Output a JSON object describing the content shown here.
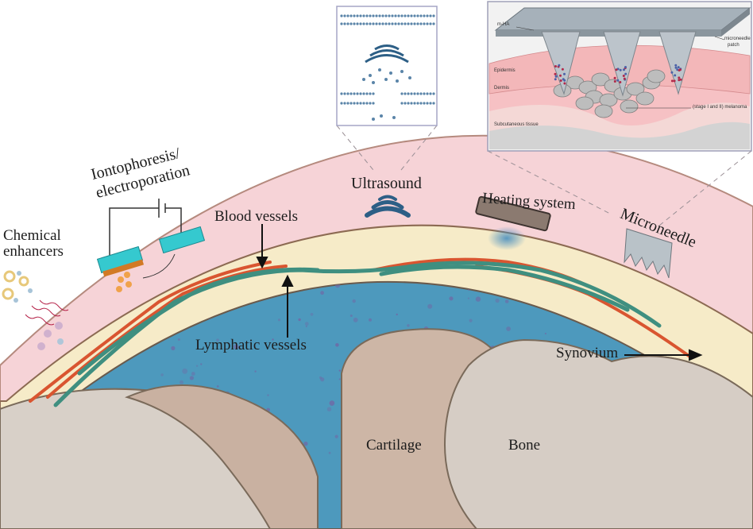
{
  "labels": {
    "chemical_line1": "Chemical",
    "chemical_line2": "enhancers",
    "ionto_line1": "Iontophoresis/",
    "ionto_line2": "electroporation",
    "blood_vessels": "Blood vessels",
    "ultrasound": "Ultrasound",
    "heating_system": "Heating system",
    "microneedle": "Microneedle",
    "lymphatic_vessels": "Lymphatic vessels",
    "synovium": "Synovium",
    "cartilage": "Cartilage",
    "bone": "Bone"
  },
  "microneedle_inset": {
    "m_ha": "m-HA",
    "patch_line1": "microneedle",
    "patch_line2": "patch",
    "epidermis": "Epidermis",
    "dermis": "Dermis",
    "melanoma": "(stage I and II) melanoma",
    "subcutaneous": "Subcutaneous tissue"
  },
  "colors": {
    "skin_outer": "#f6d3d7",
    "fat_layer": "#f6ebc8",
    "synovial_fluid": "#4d99bd",
    "cartilage": "#cdb6a6",
    "bone": "#d8d0c8",
    "blood_vessel": "#d95530",
    "lymph_vessel": "#3f8f80",
    "electrode": "#35c9cf",
    "ultrasound_wave": "#2d5f86"
  }
}
